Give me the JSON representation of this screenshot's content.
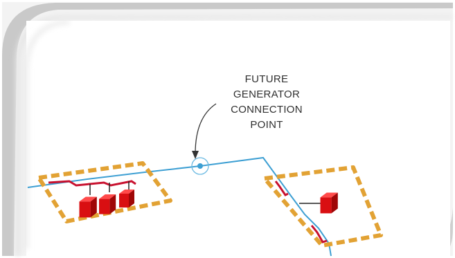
{
  "annotation": {
    "lines": [
      "FUTURE",
      "GENERATOR",
      "CONNECTION",
      "POINT"
    ]
  },
  "colors": {
    "frame_gray": "#c6c6c6",
    "line_blue": "#3d9fd3",
    "dash_orange": "#e2a234",
    "lead_red": "#c8102e",
    "cube_front": "#d90f12",
    "cube_top": "#ff4a4a",
    "cube_side": "#9f0606",
    "text": "#2f2f2f"
  }
}
